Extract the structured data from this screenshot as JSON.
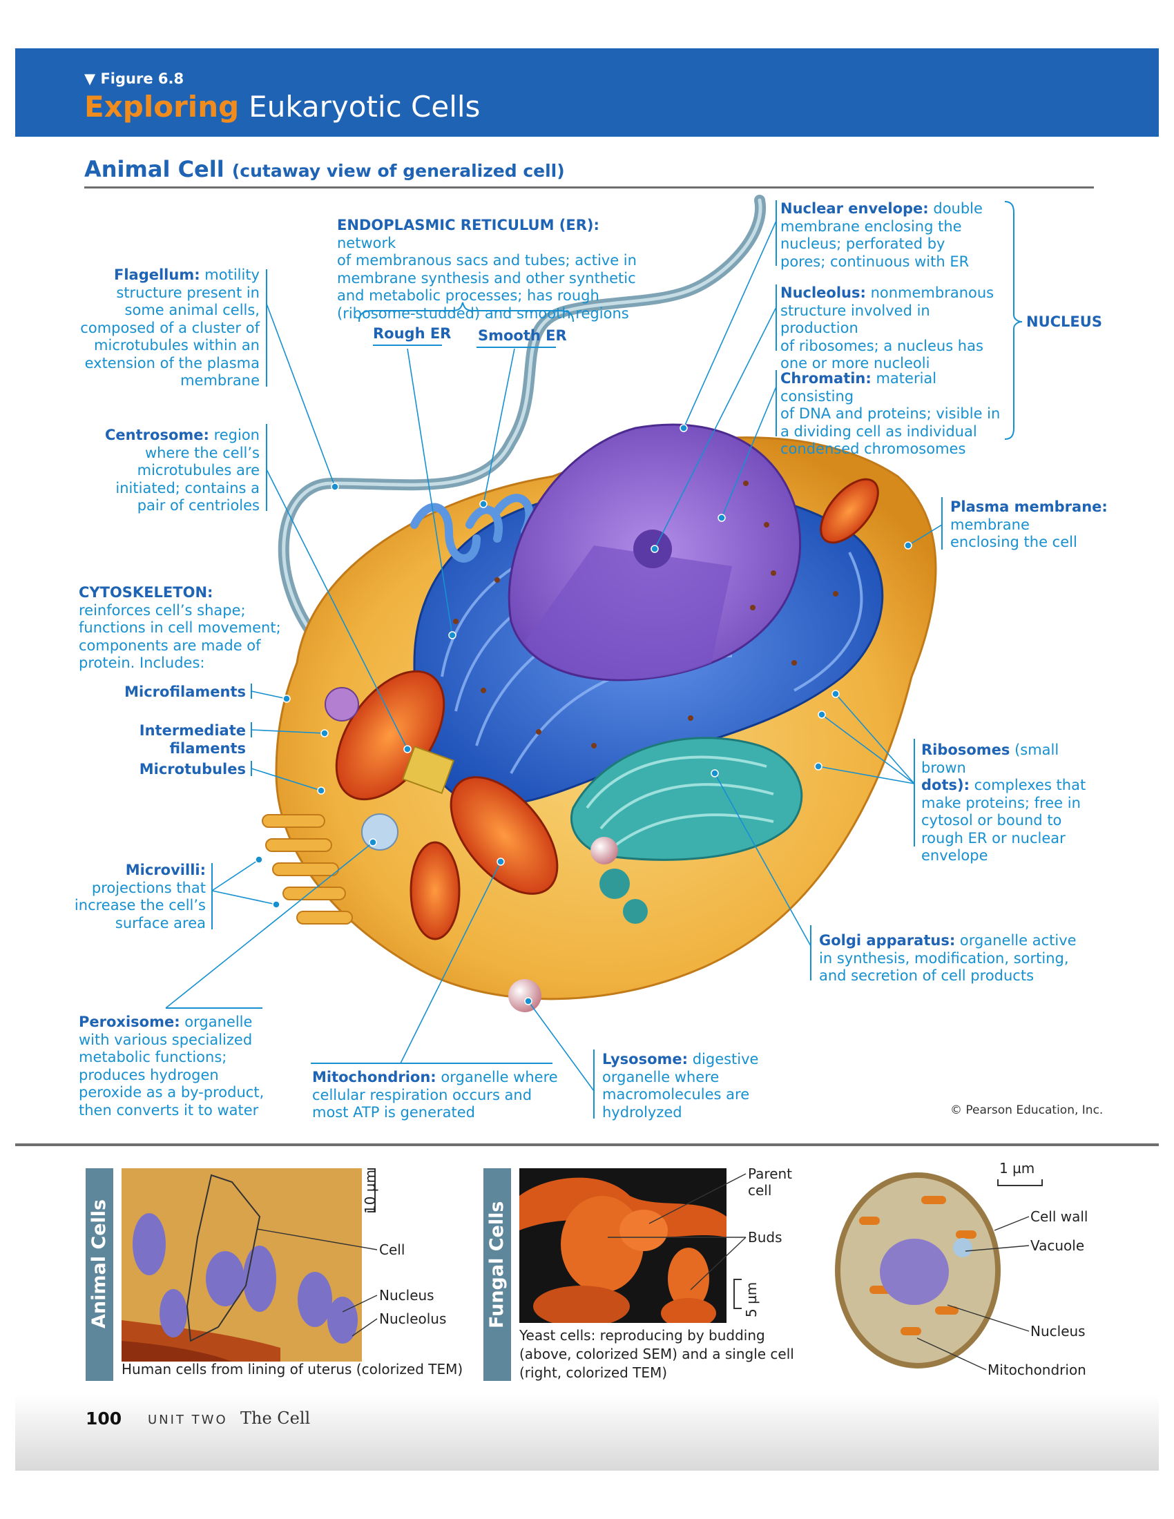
{
  "header": {
    "figure_label": "▼ Figure 6.8",
    "title_exploring": "Exploring",
    "title_rest": "Eukaryotic Cells"
  },
  "section": {
    "title": "Animal Cell",
    "subtitle": "(cutaway view of generalized cell)"
  },
  "labels": {
    "er": {
      "term": "ENDOPLASMIC RETICULUM (ER):",
      "line1": " network",
      "rest": [
        "of membranous sacs and tubes; active in",
        "membrane synthesis and other synthetic",
        "and metabolic processes; has rough",
        "(ribosome-studded) and smooth regions"
      ]
    },
    "rough_er": "Rough ER",
    "smooth_er": "Smooth ER",
    "flagellum": {
      "term": "Flagellum:",
      "line1": " motility",
      "rest": [
        "structure present in",
        "some animal cells,",
        "composed of a cluster of",
        "microtubules within an",
        "extension of the plasma",
        "membrane"
      ]
    },
    "centrosome": {
      "term": "Centrosome:",
      "line1": " region",
      "rest": [
        "where the cell’s",
        "microtubules are",
        "initiated; contains a",
        "pair of centrioles"
      ]
    },
    "cytoskeleton": {
      "term": "CYTOSKELETON:",
      "rest": [
        "reinforces cell’s shape;",
        "functions in cell movement;",
        "components are made of",
        "protein. Includes:"
      ]
    },
    "microfilaments": "Microfilaments",
    "intermediate_filaments": "Intermediate filaments",
    "microtubules": "Microtubules",
    "microvilli": {
      "term": "Microvilli:",
      "rest": [
        "projections that",
        "increase the cell’s",
        "surface area"
      ]
    },
    "peroxisome": {
      "term": "Peroxisome:",
      "line1": " organelle",
      "rest": [
        "with various specialized",
        "metabolic functions;",
        "produces hydrogen",
        "peroxide as a by-product,",
        "then converts it to water"
      ]
    },
    "mitochondrion": {
      "term": "Mitochondrion:",
      "line1": " organelle where",
      "rest": [
        "cellular respiration occurs and",
        "most ATP is generated"
      ]
    },
    "lysosome": {
      "term": "Lysosome:",
      "line1": " digestive",
      "rest": [
        "organelle where",
        "macromolecules are",
        "hydrolyzed"
      ]
    },
    "nuclear_envelope": {
      "term": "Nuclear envelope:",
      "line1": " double",
      "rest": [
        "membrane enclosing the",
        "nucleus; perforated by",
        "pores; continuous with ER"
      ]
    },
    "nucleolus": {
      "term": "Nucleolus:",
      "line1": " nonmembranous",
      "rest": [
        "structure involved in production",
        "of ribosomes; a nucleus has",
        "one or more nucleoli"
      ]
    },
    "chromatin": {
      "term": "Chromatin:",
      "line1": " material consisting",
      "rest": [
        "of DNA and proteins; visible in",
        "a dividing cell as individual",
        "condensed chromosomes"
      ]
    },
    "nucleus_group": "NUCLEUS",
    "plasma_membrane": {
      "term": "Plasma membrane:",
      "rest": [
        "membrane",
        "enclosing the cell"
      ]
    },
    "ribosomes": {
      "term": "Ribosomes",
      "line1": " (small brown",
      "term2": "dots):",
      "line2": " complexes  that",
      "rest": [
        "make proteins; free in",
        "cytosol or bound to",
        "rough ER or nuclear",
        "envelope"
      ]
    },
    "golgi": {
      "term": "Golgi apparatus:",
      "line1": " organelle active",
      "rest": [
        "in synthesis, modification, sorting,",
        "and secretion of cell products"
      ]
    }
  },
  "copyright": "© Pearson Education, Inc.",
  "panels": {
    "animal": {
      "tab": "Animal Cells",
      "scale": "10 µm",
      "labels": [
        "Cell",
        "Nucleus",
        "Nucleolus"
      ],
      "caption": "Human cells from lining of uterus (colorized TEM)"
    },
    "fungal": {
      "tab": "Fungal Cells",
      "scale": "5 µm",
      "labels": [
        "Parent",
        "cell",
        "Buds"
      ],
      "caption": [
        "Yeast cells: reproducing by budding",
        "(above, colorized SEM) and a single cell",
        "(right, colorized TEM)"
      ]
    },
    "yeast": {
      "scale": "1 µm",
      "labels": [
        "Cell wall",
        "Vacuole",
        "Nucleus",
        "Mitochondrion"
      ]
    }
  },
  "footer": {
    "page": "100",
    "unit": "UNIT TWO",
    "chapter": "The Cell"
  }
}
